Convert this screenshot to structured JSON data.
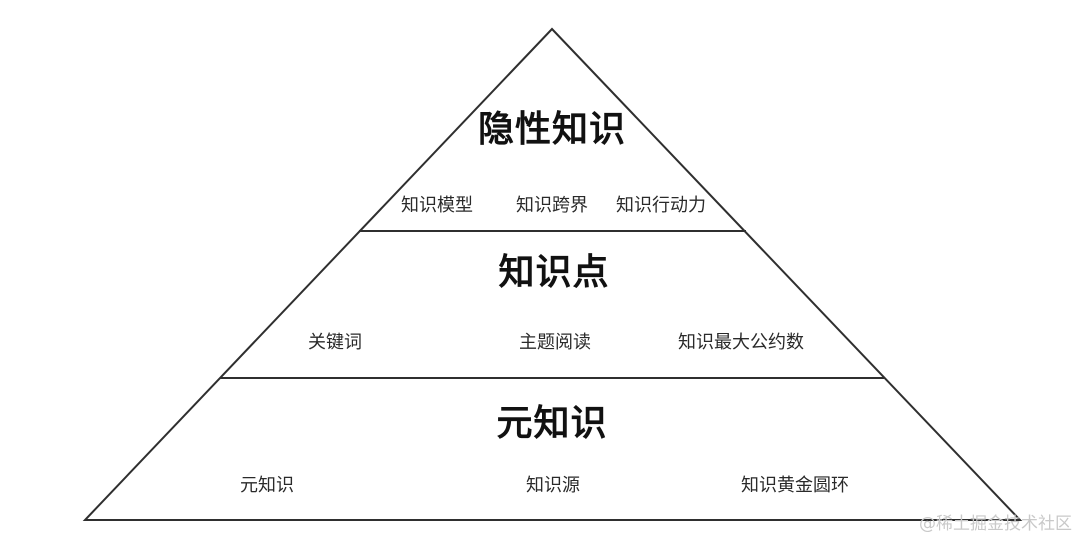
{
  "pyramid": {
    "tiers": [
      {
        "title": "隐性知识",
        "items": [
          "知识模型",
          "知识跨界",
          "知识行动力"
        ]
      },
      {
        "title": "知识点",
        "items": [
          "关键词",
          "主题阅读",
          "知识最大公约数"
        ]
      },
      {
        "title": "元知识",
        "items": [
          "元知识",
          "知识源",
          "知识黄金圆环"
        ]
      }
    ]
  },
  "watermark": "@稀土掘金技术社区",
  "colors": {
    "line": "#2f2f2f",
    "fill": "#ffffff",
    "watermark": "#c9c9c9"
  }
}
